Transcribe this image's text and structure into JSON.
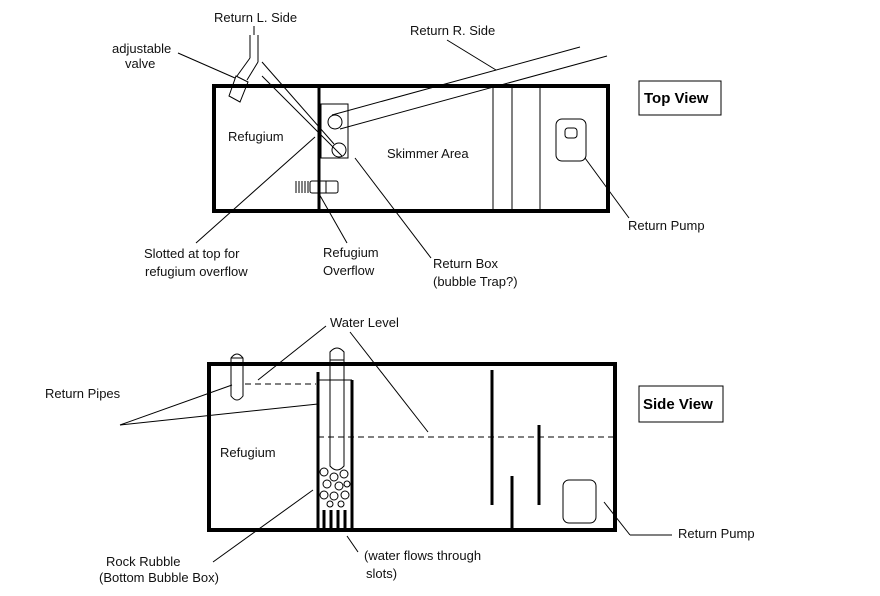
{
  "top_view": {
    "title": "Top View",
    "labels": {
      "return_left": "Return L. Side",
      "return_right": "Return R. Side",
      "valve_line1": "adjustable",
      "valve_line2": "valve",
      "refugium": "Refugium",
      "skimmer_area": "Skimmer Area",
      "return_pump": "Return Pump",
      "slotted_line1": "Slotted at top for",
      "slotted_line2": "refugium overflow",
      "overflow_line1": "Refugium",
      "overflow_line2": "Overflow",
      "returnbox_line1": "Return Box",
      "returnbox_line2": "(bubble Trap?)"
    }
  },
  "side_view": {
    "title": "Side View",
    "labels": {
      "water_level": "Water Level",
      "return_pipes": "Return Pipes",
      "refugium": "Refugium",
      "return_pump": "Return Pump",
      "rock_line1": "Rock Rubble",
      "rock_line2": "(Bottom Bubble Box)",
      "flow_line1": "(water flows through",
      "flow_line2": "slots)"
    }
  }
}
